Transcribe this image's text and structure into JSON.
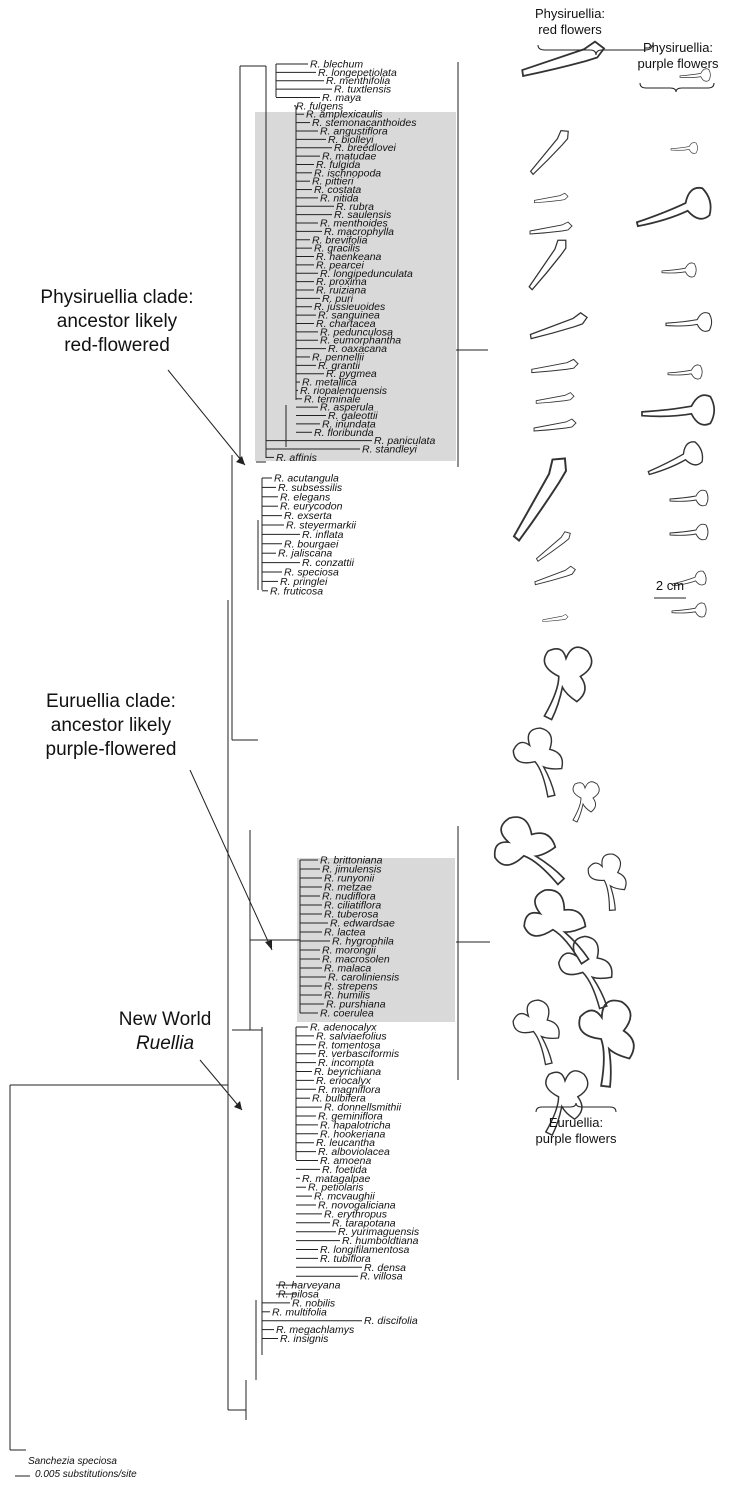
{
  "labels": {
    "physi_red_header": [
      "Physiruellia:",
      "red flowers"
    ],
    "physi_purple_header": [
      "Physiruellia:",
      "purple flowers"
    ],
    "euru_purple_footer": [
      "Euruellia:",
      "purple flowers"
    ],
    "scale_bar": "2 cm",
    "physi_clade_note": [
      "Physiruellia clade:",
      "ancestor likely",
      "red-flowered"
    ],
    "euru_clade_note": [
      "Euruellia clade:",
      "ancestor likely",
      "purple-flowered"
    ],
    "newworld_note": [
      "New World",
      "Ruellia"
    ],
    "outgroup": "Sanchezia speciosa",
    "branch_scale": "0.005 substitutions/site"
  },
  "taxa": [
    "R. blechum",
    "R. longepetiolata",
    "R. menthifolia",
    "R. tuxtlensis",
    "R. maya",
    "R. fulgens",
    "R. amplexicaulis",
    "R. stemonacanthoides",
    "R. angustiflora",
    "R. biolleyi",
    "R. breedlovei",
    "R. matudae",
    "R. fulgida",
    "R. ischnopoda",
    "R. pittieri",
    "R. costata",
    "R. nitida",
    "R. rubra",
    "R. saulensis",
    "R. menthoides",
    "R. macrophylla",
    "R. brevifolia",
    "R. gracilis",
    "R. haenkeana",
    "R. pearcei",
    "R. longipedunculata",
    "R. proxima",
    "R. ruiziana",
    "R. puri",
    "R. jussieuoides",
    "R. sanguinea",
    "R. chartacea",
    "R. pedunculosa",
    "R. eumorphantha",
    "R. oaxacana",
    "R. pennellii",
    "R. grantii",
    "R. pygmea",
    "R. metallica",
    "R. riopalenquensis",
    "R. terminale",
    "R. asperula",
    "R. galeottii",
    "R. inundata",
    "R. floribunda",
    "R. paniculata",
    "R. standleyi",
    "R. affinis",
    "R. acutangula",
    "R. subsessilis",
    "R. elegans",
    "R. eurycodon",
    "R. exserta",
    "R. steyermarkii",
    "R. inflata",
    "R. bourgaei",
    "R. jaliscana",
    "R. conzattii",
    "R. speciosa",
    "R. pringlei",
    "R. fruticosa",
    "R. brittoniana",
    "R. jimulensis",
    "R. runyonii",
    "R. metzae",
    "R. nudiflora",
    "R. ciliatiflora",
    "R. tuberosa",
    "R. edwardsae",
    "R. lactea",
    "R. hygrophila",
    "R. morongii",
    "R. macrosolen",
    "R. malaca",
    "R. caroliniensis",
    "R. strepens",
    "R. humilis",
    "R. purshiana",
    "R. coerulea",
    "R. adenocalyx",
    "R. salviaefolius",
    "R. tomentosa",
    "R. verbasciformis",
    "R. incompta",
    "R. beyrichiana",
    "R. eriocalyx",
    "R. magniflora",
    "R. bulbifera",
    "R. donnellsmithii",
    "R. geminiflora",
    "R. hapalotricha",
    "R. hookeriana",
    "R. leucantha",
    "R. alboviolacea",
    "R. amoena",
    "R. foetida",
    "R. matagalpae",
    "R. petiolaris",
    "R. mcvaughii",
    "R. novogaliciana",
    "R. erythropus",
    "R. tarapotana",
    "R. yurimaguensis",
    "R. humboldtiana",
    "R. longifilamentosa",
    "R. tubiflora",
    "R. densa",
    "R. villosa",
    "R. harveyana",
    "R. pilosa",
    "R. nobilis",
    "R. multifolia",
    "R. discifolia",
    "R. megachlamys",
    "R. insignis"
  ],
  "flower_icons": {
    "physi_red": [
      "tubular-red-flower-icon"
    ],
    "physi_purple": [
      "funnel-purple-flower-icon"
    ],
    "euru_purple": [
      "lobed-purple-flower-icon"
    ]
  },
  "colors": {
    "highlight": "#d9d9d9",
    "line": "#222222"
  }
}
